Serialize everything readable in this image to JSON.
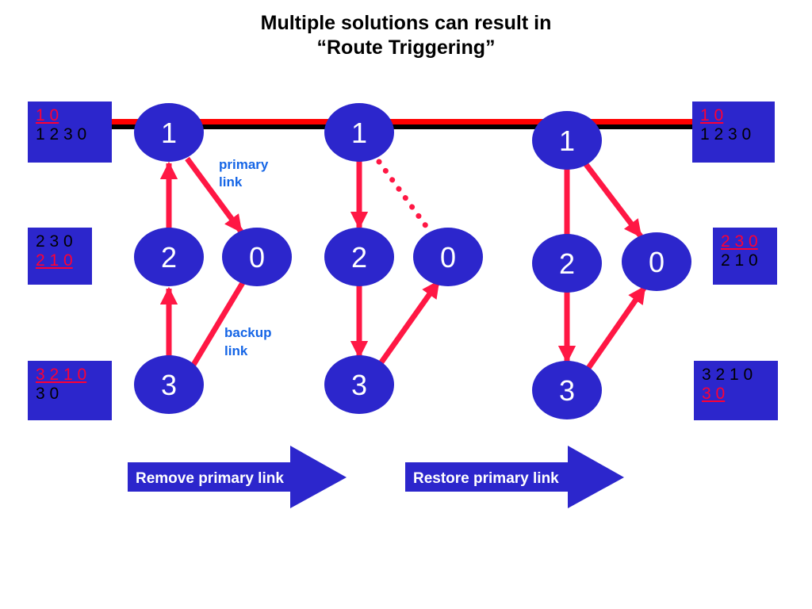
{
  "title": {
    "line1": "Multiple solutions can result in",
    "line2": "“Route Triggering”"
  },
  "colors": {
    "node": "#2c26cc",
    "box": "#2c26cc",
    "link": "#ff1744",
    "primary_bar_red": "#ff0000",
    "primary_bar_black": "#000000",
    "label": "#1565e6"
  },
  "panels": [
    {
      "nodes": {
        "n1": "1",
        "n2": "2",
        "n0": "0",
        "n3": "3"
      },
      "labels": {
        "primary_l1": "primary",
        "primary_l2": "link",
        "backup_l1": "backup",
        "backup_l2": "link"
      }
    },
    {
      "nodes": {
        "n1": "1",
        "n2": "2",
        "n0": "0",
        "n3": "3"
      }
    },
    {
      "nodes": {
        "n1": "1",
        "n2": "2",
        "n0": "0",
        "n3": "3"
      }
    }
  ],
  "tables": {
    "left_top": {
      "red": "1 0",
      "black": "1 2 3 0"
    },
    "left_mid": {
      "black": "2 3 0",
      "red": "2 1 0"
    },
    "left_bot": {
      "red": "3 2 1 0",
      "black": "3 0"
    },
    "right_top": {
      "red": "1 0",
      "black": "1 2 3 0"
    },
    "right_mid": {
      "red": "2 3 0",
      "black": "2 1 0"
    },
    "right_bot": {
      "black": "3 2 1 0",
      "red": "3 0"
    }
  },
  "actions": {
    "remove": "Remove primary link",
    "restore": "Restore primary link"
  }
}
